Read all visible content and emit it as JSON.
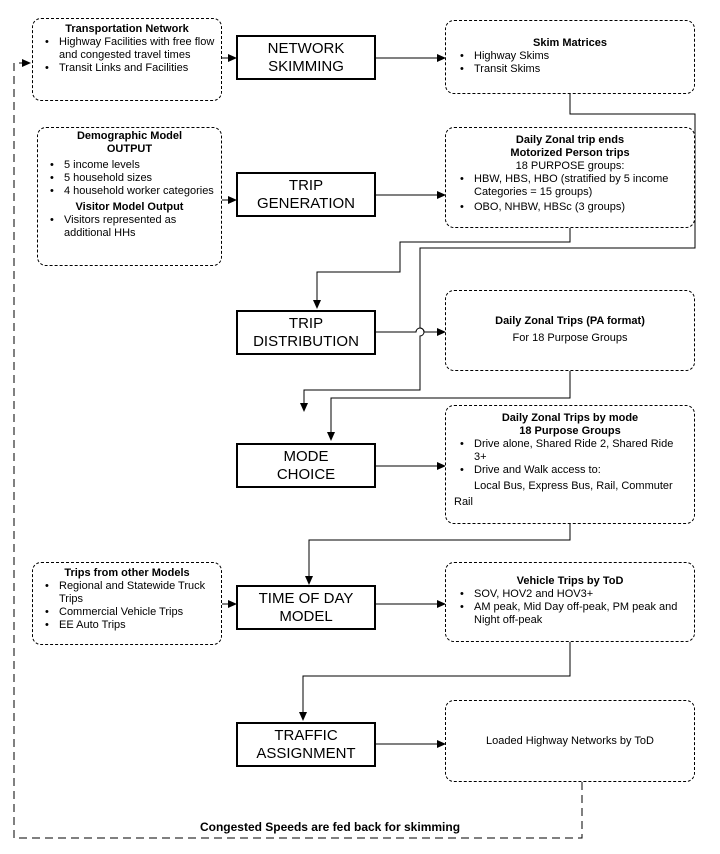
{
  "inputs": {
    "transport": {
      "title": "Transportation Network",
      "items": [
        "Highway Facilities with free flow and congested travel times",
        "Transit Links and Facilities"
      ]
    },
    "demographic": {
      "title_line1": "Demographic Model",
      "title_line2": "OUTPUT",
      "items": [
        "5 income levels",
        "5 household sizes",
        "4 household worker categories"
      ],
      "visitor_title": "Visitor Model Output",
      "visitor_items": [
        "Visitors represented as additional HHs"
      ]
    },
    "other_models": {
      "title": "Trips from other Models",
      "items": [
        "Regional and Statewide Truck Trips",
        "Commercial Vehicle Trips",
        "EE Auto Trips"
      ]
    }
  },
  "steps": {
    "skimming": [
      "NETWORK",
      "SKIMMING"
    ],
    "generation": [
      "TRIP",
      "GENERATION"
    ],
    "distribution": [
      "TRIP",
      "DISTRIBUTION"
    ],
    "mode_choice": [
      "MODE",
      "CHOICE"
    ],
    "time_of_day": [
      "TIME OF DAY",
      "MODEL"
    ],
    "assignment": [
      "TRAFFIC",
      "ASSIGNMENT"
    ]
  },
  "outputs": {
    "skims": {
      "title": "Skim Matrices",
      "items": [
        "Highway Skims",
        "Transit Skims"
      ]
    },
    "trip_ends": {
      "title_line1": "Daily Zonal trip ends",
      "title_line2": "Motorized Person trips",
      "subtitle": "18 PURPOSE groups:",
      "items": [
        "HBW, HBS, HBO (stratified by 5 income Categories = 15 groups)",
        "OBO, NHBW, HBSc (3 groups)"
      ]
    },
    "pa_trips": {
      "title": "Daily Zonal Trips (PA format)",
      "subtitle": "For 18 Purpose Groups"
    },
    "mode_trips": {
      "title_line1": "Daily Zonal Trips by mode",
      "title_line2": "18 Purpose Groups",
      "items": [
        "Drive alone, Shared Ride 2, Shared Ride 3+",
        "Drive and Walk access to:"
      ],
      "continuation": "Local Bus, Express Bus, Rail, Commuter",
      "tail": "Rail"
    },
    "vehicle_trips": {
      "title": "Vehicle Trips by ToD",
      "items": [
        "SOV, HOV2 and HOV3+",
        "AM peak, Mid Day off-peak, PM peak and Night off-peak"
      ]
    },
    "loaded": {
      "text": "Loaded Highway Networks by ToD"
    }
  },
  "feedback_label": "Congested Speeds are fed back for skimming"
}
